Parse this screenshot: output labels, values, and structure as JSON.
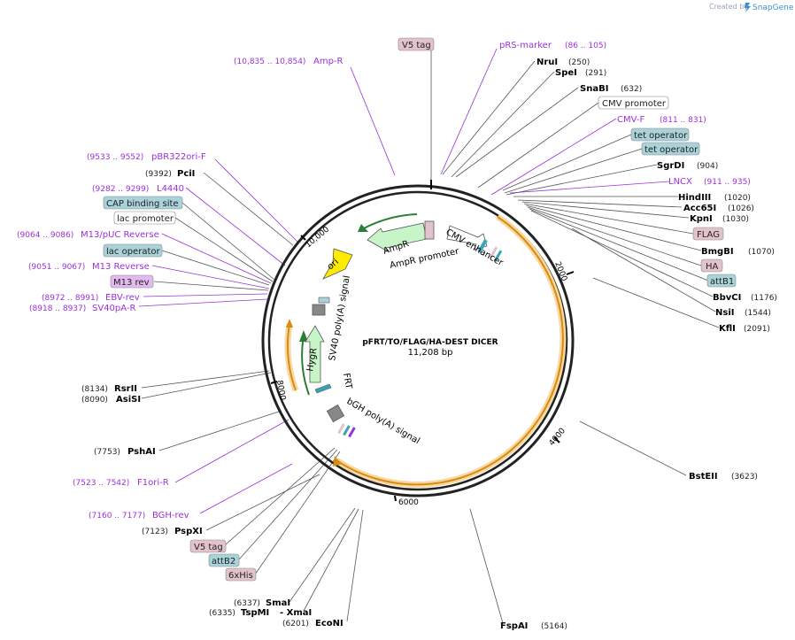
{
  "map": {
    "title": "pFRT/TO/FLAG/HA-DEST DICER",
    "length": "11,208 bp",
    "credit_prefix": "Created by",
    "credit_app": "SnapGene",
    "ticks": [
      "2000",
      "4000",
      "6000",
      "8000",
      "10,000"
    ]
  },
  "features": {
    "ampr": "AmpR",
    "ampr_promoter": "AmpR promoter",
    "cmv_enhancer": "CMV enhancer",
    "ori": "ori",
    "sv40_polya": "SV40 poly(A) signal",
    "hygr": "HygR",
    "frt": "FRT",
    "bgh_polya": "bGH poly(A) signal"
  },
  "labels": [
    {
      "kind": "box",
      "text": "V5 tag",
      "color": "pink"
    },
    {
      "kind": "primer",
      "text": "pRS-marker",
      "coord": "(86 .. 105)"
    },
    {
      "kind": "site",
      "text": "NruI",
      "coord": "(250)"
    },
    {
      "kind": "site",
      "text": "SpeI",
      "coord": "(291)"
    },
    {
      "kind": "site",
      "text": "SnaBI",
      "coord": "(632)"
    },
    {
      "kind": "box",
      "text": "CMV promoter",
      "color": "white"
    },
    {
      "kind": "primer",
      "text": "CMV-F",
      "coord": "(811 .. 831)"
    },
    {
      "kind": "box",
      "text": "tet operator",
      "color": "teal"
    },
    {
      "kind": "box",
      "text": "tet operator",
      "color": "teal"
    },
    {
      "kind": "site",
      "text": "SgrDI",
      "coord": "(904)"
    },
    {
      "kind": "primer",
      "text": "LNCX",
      "coord": "(911 .. 935)"
    },
    {
      "kind": "site",
      "text": "HindIII",
      "coord": "(1020)"
    },
    {
      "kind": "site",
      "text": "Acc65I",
      "coord": "(1026)"
    },
    {
      "kind": "site",
      "text": "KpnI",
      "coord": "(1030)"
    },
    {
      "kind": "box",
      "text": "FLAG",
      "color": "pink"
    },
    {
      "kind": "site",
      "text": "BmgBI",
      "coord": "(1070)"
    },
    {
      "kind": "box",
      "text": "HA",
      "color": "pink"
    },
    {
      "kind": "box",
      "text": "attB1",
      "color": "teal"
    },
    {
      "kind": "site",
      "text": "BbvCI",
      "coord": "(1176)"
    },
    {
      "kind": "site",
      "text": "NsiI",
      "coord": "(1544)"
    },
    {
      "kind": "site",
      "text": "KflI",
      "coord": "(2091)"
    },
    {
      "kind": "site",
      "text": "BstEII",
      "coord": "(3623)"
    },
    {
      "kind": "site",
      "text": "FspAI",
      "coord": "(5164)"
    },
    {
      "kind": "site",
      "text": "EcoNI",
      "coord": "(6201)"
    },
    {
      "kind": "site",
      "text": "TspMI",
      "coord": "(6335)",
      "suffix": "- XmaI"
    },
    {
      "kind": "site",
      "text": "SmaI",
      "coord": "(6337)"
    },
    {
      "kind": "box",
      "text": "6xHis",
      "color": "pink"
    },
    {
      "kind": "box",
      "text": "attB2",
      "color": "teal"
    },
    {
      "kind": "box",
      "text": "V5 tag",
      "color": "pink"
    },
    {
      "kind": "site",
      "text": "PspXI",
      "coord": "(7123)"
    },
    {
      "kind": "primer",
      "text": "BGH-rev",
      "coord": "(7160 .. 7177)"
    },
    {
      "kind": "primer",
      "text": "F1ori-R",
      "coord": "(7523 .. 7542)"
    },
    {
      "kind": "site",
      "text": "PshAI",
      "coord": "(7753)"
    },
    {
      "kind": "site",
      "text": "AsiSI",
      "coord": "(8090)"
    },
    {
      "kind": "site",
      "text": "RsrII",
      "coord": "(8134)"
    },
    {
      "kind": "primer",
      "text": "SV40pA-R",
      "coord": "(8918 .. 8937)"
    },
    {
      "kind": "primer",
      "text": "EBV-rev",
      "coord": "(8972 .. 8991)"
    },
    {
      "kind": "box",
      "text": "M13 rev",
      "color": "violet"
    },
    {
      "kind": "primer",
      "text": "M13 Reverse",
      "coord": "(9051 .. 9067)"
    },
    {
      "kind": "box",
      "text": "lac operator",
      "color": "teal"
    },
    {
      "kind": "primer",
      "text": "M13/pUC Reverse",
      "coord": "(9064 .. 9086)"
    },
    {
      "kind": "box",
      "text": "lac promoter",
      "color": "white"
    },
    {
      "kind": "box",
      "text": "CAP binding site",
      "color": "teal"
    },
    {
      "kind": "primer",
      "text": "L4440",
      "coord": "(9282 .. 9299)"
    },
    {
      "kind": "site",
      "text": "PciI",
      "coord": "(9392)"
    },
    {
      "kind": "primer",
      "text": "pBR322ori-F",
      "coord": "(9533 .. 9552)"
    },
    {
      "kind": "primer",
      "text": "Amp-R",
      "coord": "(10,835 .. 10,854)"
    }
  ],
  "colors": {
    "primer": "#9b30d9",
    "orange": "#f0a020",
    "orange_glow": "#f7d8a0",
    "green": "#c8f5c8",
    "green_edge": "#2e7d32",
    "yellow": "#ffec00",
    "teal": "#a9d3d8",
    "pink": "#e3c3cb",
    "violet": "#e3b9f0"
  }
}
